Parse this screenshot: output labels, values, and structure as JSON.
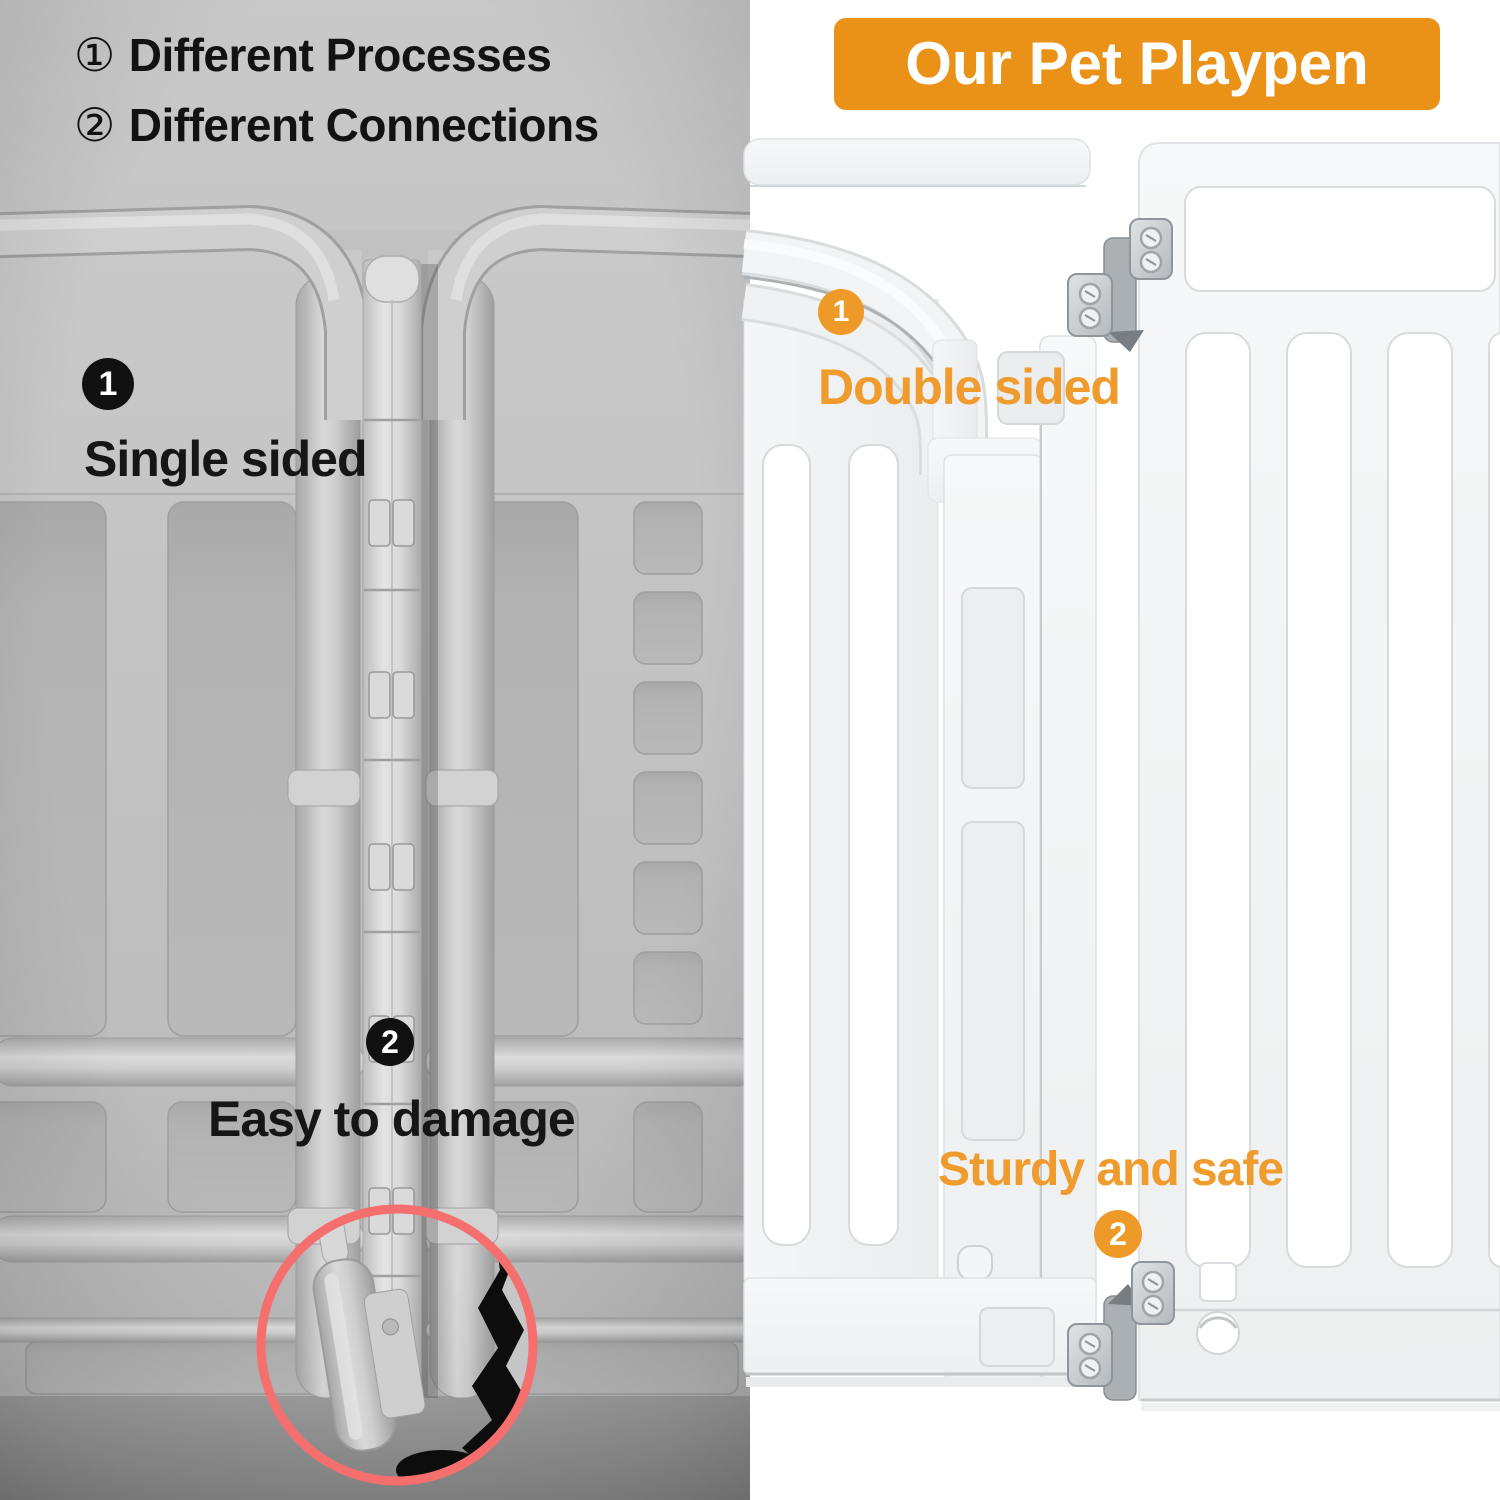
{
  "left_half": {
    "header_items": [
      {
        "marker": "①",
        "label": "Different Processes"
      },
      {
        "marker": "②",
        "label": "Different Connections"
      }
    ],
    "callouts": [
      {
        "number": "1",
        "label": "Single sided"
      },
      {
        "number": "2",
        "label": "Easy to damage"
      }
    ]
  },
  "right_half": {
    "banner_label": "Our Pet Playpen",
    "callouts": [
      {
        "number": "1",
        "label": "Double sided"
      },
      {
        "number": "2",
        "label": "Sturdy and safe"
      }
    ]
  },
  "colors": {
    "banner_orange": "#EA9118",
    "accent_orange": "#EE9A28",
    "orange_text": "#EF9B2D",
    "highlight_red": "#F56F6F",
    "callout_black": "#111111"
  }
}
